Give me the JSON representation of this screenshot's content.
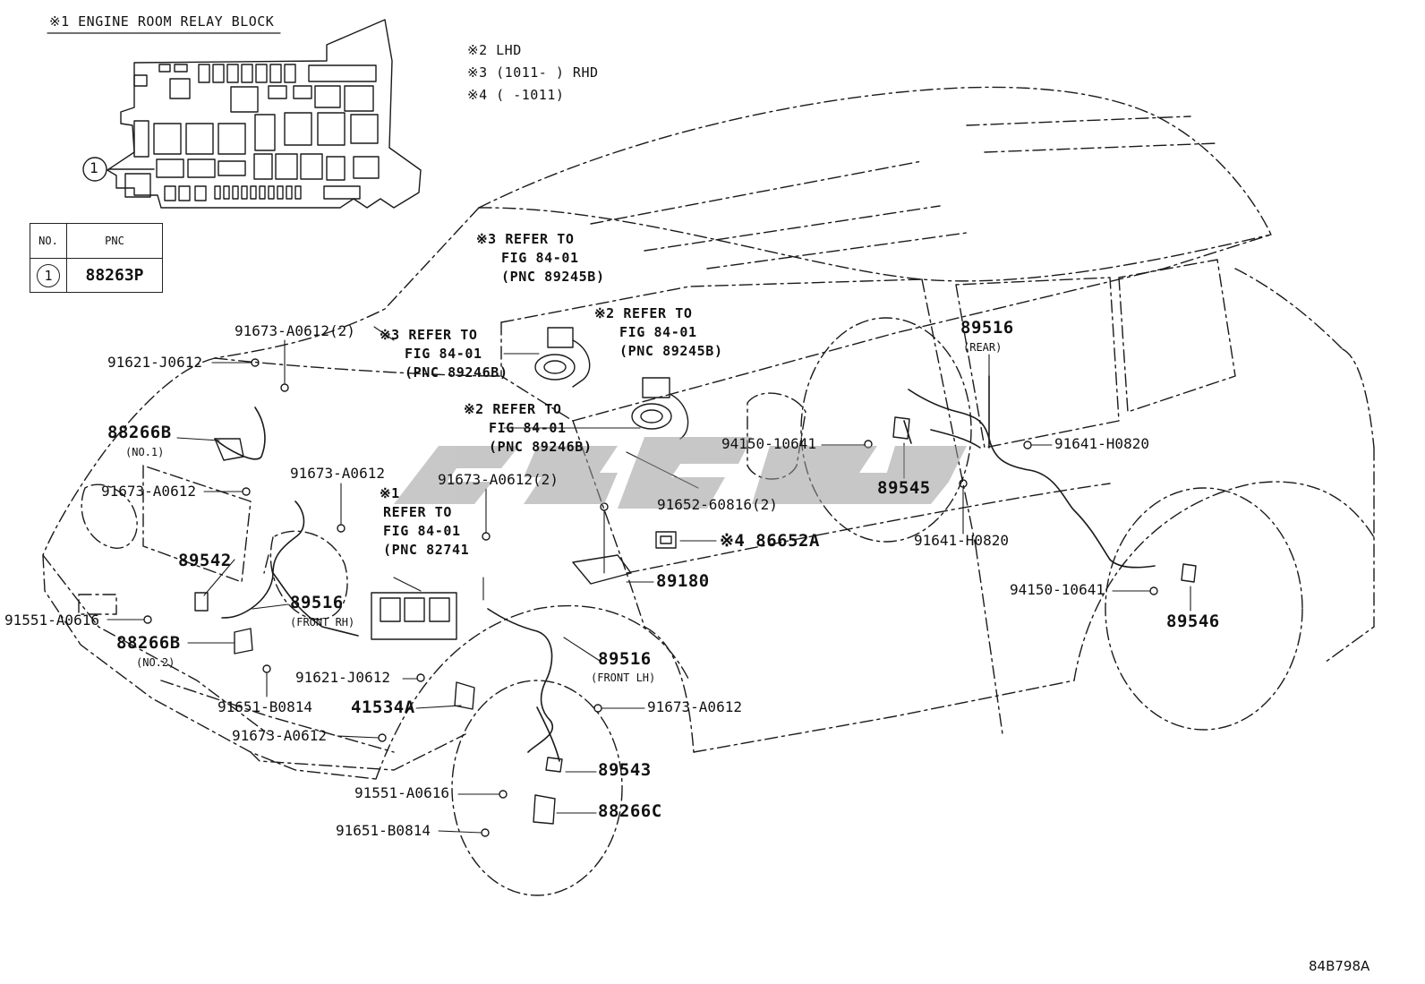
{
  "colors": {
    "line": "#1a1a1a",
    "watermark": "#9a9a9a"
  },
  "relay_block": {
    "title": "※1 ENGINE ROOM RELAY BLOCK",
    "callout_number": "1"
  },
  "legend": {
    "header_no": "NO.",
    "header_pnc": "PNC",
    "row_no": "1",
    "row_pnc": "88263P"
  },
  "notes": [
    "※2 LHD",
    "※3 (1011-    ) RHD",
    "※4 (    -1011)"
  ],
  "refs": {
    "r3_89245b": [
      "※3 REFER TO",
      "FIG 84-01",
      "(PNC 89245B)"
    ],
    "r2_89245b": [
      "※2 REFER TO",
      "FIG 84-01",
      "(PNC 89245B)"
    ],
    "r3_89246b": [
      "※3 REFER TO",
      "FIG 84-01",
      "(PNC 89246B)"
    ],
    "r2_89246b": [
      "※2 REFER TO",
      "FIG 84-01",
      "(PNC 89246B)"
    ],
    "r1_82741": [
      "※1",
      "REFER TO",
      "FIG 84-01",
      "(PNC 82741"
    ]
  },
  "parts": {
    "p_91673_a0612_2_top": "91673-A0612(2)",
    "p_91621_j0612_top": "91621-J0612",
    "p_88266b_no1": "88266B",
    "p_88266b_no1_sub": "(NO.1)",
    "p_91673_a0612_left": "91673-A0612",
    "p_91673_a0612_mid": "91673-A0612",
    "p_91673_a0612_2_mid": "91673-A0612(2)",
    "p_89542": "89542",
    "p_91551_a0616_left": "91551-A0616",
    "p_89516_front_rh": "89516",
    "p_89516_front_rh_sub": "(FRONT RH)",
    "p_88266b_no2": "88266B",
    "p_88266b_no2_sub": "(NO.2)",
    "p_91621_j0612_low": "91621-J0612",
    "p_91651_b0814_left": "91651-B0814",
    "p_41534a": "41534A",
    "p_91673_a0612_low": "91673-A0612",
    "p_89516_front_lh": "89516",
    "p_89516_front_lh_sub": "(FRONT LH)",
    "p_91673_a0612_right_low": "91673-A0612",
    "p_89543": "89543",
    "p_91551_a0616_low": "91551-A0616",
    "p_88266c": "88266C",
    "p_91651_b0814_low": "91651-B0814",
    "p_91652_60816": "91652-60816(2)",
    "p_86652a": "※4 86652A",
    "p_89180": "89180",
    "p_89516_rear": "89516",
    "p_89516_rear_sub": "(REAR)",
    "p_94150_10641_top": "94150-10641",
    "p_89545": "89545",
    "p_91641_h0820_right": "91641-H0820",
    "p_91641_h0820_low": "91641-H0820",
    "p_94150_10641_low": "94150-10641",
    "p_89546": "89546"
  },
  "figure_code": "84B798A"
}
